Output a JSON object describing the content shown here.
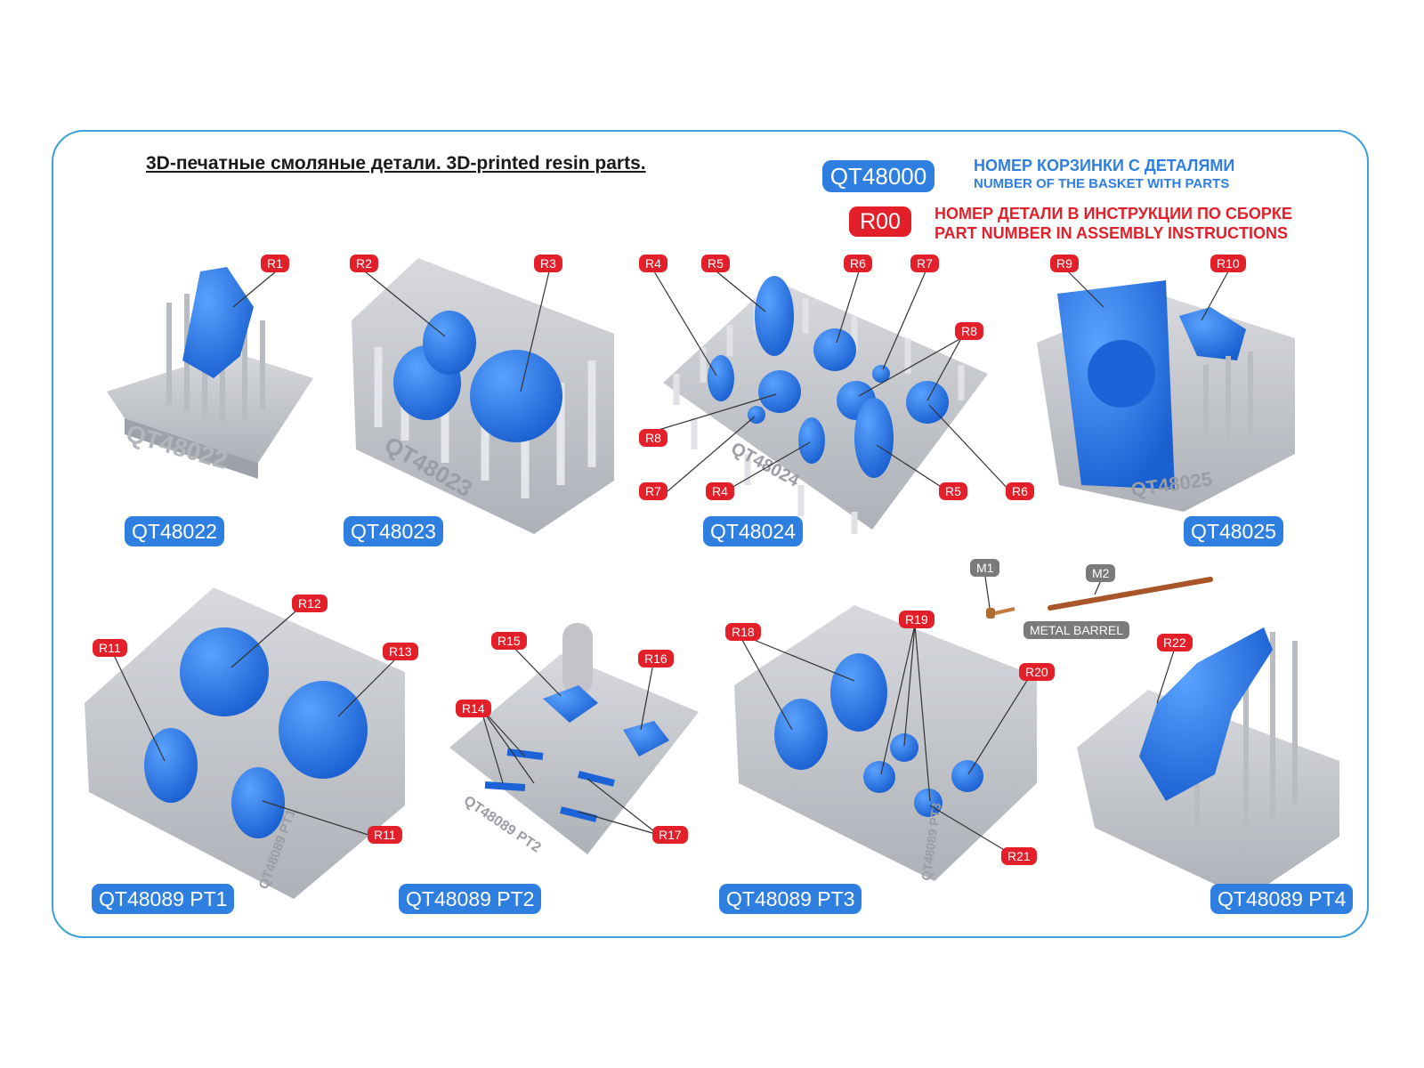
{
  "header": {
    "title": "3D-печатные смоляные детали. 3D-printed resin parts."
  },
  "legend": {
    "basket_code": "QT48000",
    "basket_text_ru": "НОМЕР КОРЗИНКИ С ДЕТАЛЯМИ",
    "basket_text_en": "NUMBER OF THE BASKET WITH PARTS",
    "part_code": "R00",
    "part_text_ru": "НОМЕР ДЕТАЛИ В ИНСТРУКЦИИ ПО СБОРКЕ",
    "part_text_en": "PART NUMBER IN ASSEMBLY INSTRUCTIONS"
  },
  "baskets": {
    "b1": "QT48022",
    "b2": "QT48023",
    "b3": "QT48024",
    "b4": "QT48025",
    "b5": "QT48089 PT1",
    "b6": "QT48089 PT2",
    "b7": "QT48089 PT3",
    "b8": "QT48089 PT4"
  },
  "embossed": {
    "b1": "QT48022",
    "b2": "QT48023",
    "b3": "QT48024",
    "b4": "QT48025",
    "b5": "QT48089 PT1",
    "b6": "QT48089 PT2",
    "b7": "QT48089 PT3"
  },
  "parts": {
    "r1": "R1",
    "r2": "R2",
    "r3": "R3",
    "r4": "R4",
    "r5": "R5",
    "r6": "R6",
    "r7": "R7",
    "r8": "R8",
    "r9": "R9",
    "r10": "R10",
    "r11": "R11",
    "r12": "R12",
    "r13": "R13",
    "r14": "R14",
    "r15": "R15",
    "r16": "R16",
    "r17": "R17",
    "r18": "R18",
    "r19": "R19",
    "r20": "R20",
    "r21": "R21",
    "r22": "R22"
  },
  "metal": {
    "m1": "M1",
    "m2": "M2",
    "barrel_label": "METAL BARREL"
  },
  "colors": {
    "frame": "#3aa0d8",
    "basket_chip": "#2f7fe0",
    "part_tag": "#e3202a",
    "metal_tag": "#7a7a7a",
    "resin_part": "#2a7bf0",
    "print_basket": "#c9cbd0"
  }
}
